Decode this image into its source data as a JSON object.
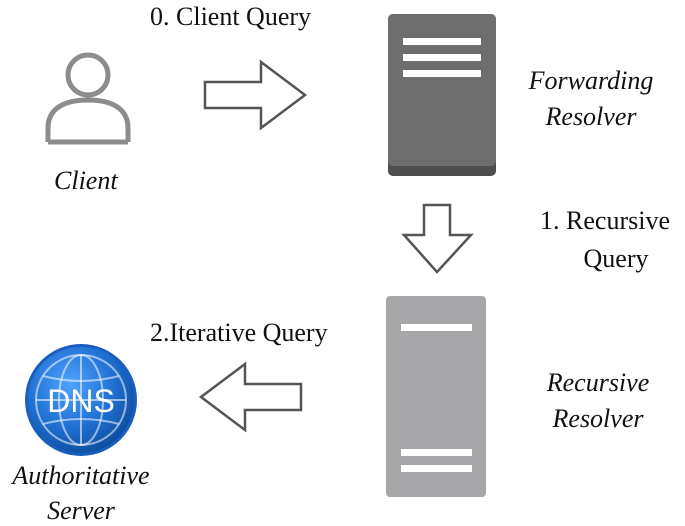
{
  "labels": {
    "client_query": "0. Client Query",
    "client": "Client",
    "forwarding_resolver_line1": "Forwarding",
    "forwarding_resolver_line2": "Resolver",
    "recursive_query_line1": "1. Recursive",
    "recursive_query_line2": "Query",
    "iterative_query": "2.Iterative Query",
    "recursive_resolver_line1": "Recursive",
    "recursive_resolver_line2": "Resolver",
    "authoritative_line1": "Authoritative",
    "authoritative_line2": "Server",
    "dns_logo_text": "DNS"
  },
  "icons": {
    "client": "user-icon",
    "forwarding_resolver": "server-icon",
    "recursive_resolver": "server-icon",
    "authoritative_server": "dns-globe-icon",
    "arrows": [
      "arrow-right-icon",
      "arrow-down-icon",
      "arrow-left-icon"
    ]
  },
  "colors": {
    "user_icon": "#8c8c8c",
    "forwarding_server": "#6e6e6e",
    "forwarding_server_base": "#4e4e4e",
    "recursive_server": "#a7a7a9",
    "dns_globe": "#1f6fd1",
    "arrow_stroke": "#555555"
  }
}
